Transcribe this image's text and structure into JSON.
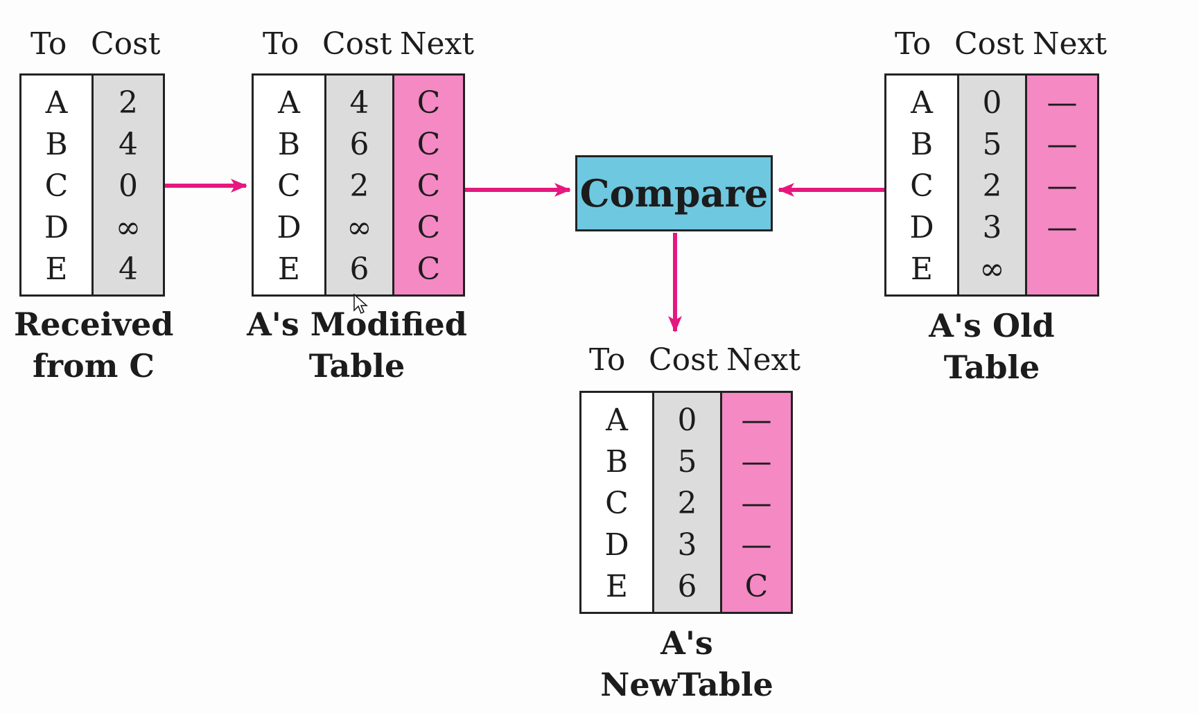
{
  "headers": {
    "to": "To",
    "cost": "Cost",
    "next": "Next"
  },
  "received": {
    "caption_line1": "Received",
    "caption_line2": "from C",
    "rows": [
      {
        "to": "A",
        "cost": "2"
      },
      {
        "to": "B",
        "cost": "4"
      },
      {
        "to": "C",
        "cost": "0"
      },
      {
        "to": "D",
        "cost": "∞"
      },
      {
        "to": "E",
        "cost": "4"
      }
    ]
  },
  "modified": {
    "caption_line1": "A's Modified",
    "caption_line2": "Table",
    "rows": [
      {
        "to": "A",
        "cost": "4",
        "next": "C"
      },
      {
        "to": "B",
        "cost": "6",
        "next": "C"
      },
      {
        "to": "C",
        "cost": "2",
        "next": "C"
      },
      {
        "to": "D",
        "cost": "∞",
        "next": "C"
      },
      {
        "to": "E",
        "cost": "6",
        "next": "C"
      }
    ]
  },
  "old": {
    "caption": "A's Old Table",
    "rows": [
      {
        "to": "A",
        "cost": "0",
        "next": "—"
      },
      {
        "to": "B",
        "cost": "5",
        "next": "—"
      },
      {
        "to": "C",
        "cost": "2",
        "next": "—"
      },
      {
        "to": "D",
        "cost": "3",
        "next": "—"
      },
      {
        "to": "E",
        "cost": "∞",
        "next": ""
      }
    ]
  },
  "new": {
    "caption": "A's NewTable",
    "rows": [
      {
        "to": "A",
        "cost": "0",
        "next": "—"
      },
      {
        "to": "B",
        "cost": "5",
        "next": "—"
      },
      {
        "to": "C",
        "cost": "2",
        "next": "—"
      },
      {
        "to": "D",
        "cost": "3",
        "next": "—"
      },
      {
        "to": "E",
        "cost": "6",
        "next": "C"
      }
    ]
  },
  "compare_label": "Compare",
  "colors": {
    "arrow": "#e6177f",
    "next_column": "#f489c4",
    "cost_column": "#dcdcdc",
    "compare_box": "#6ec8e0"
  }
}
